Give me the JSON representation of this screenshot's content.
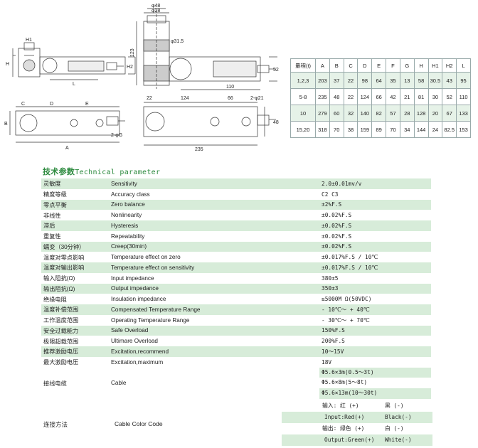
{
  "drawing": {
    "labels": {
      "phi48": "φ48",
      "phi28": "φ28",
      "phi31": "φ31.5",
      "d123": "123",
      "H": "H",
      "H1": "H1",
      "H2": "H2",
      "L": "L",
      "d52": "52",
      "d110": "110",
      "C": "C",
      "D": "D",
      "E": "E",
      "B": "B",
      "A": "A",
      "G": "2-φG",
      "d22": "22",
      "d124": "124",
      "d66": "66",
      "d21": "2-φ21",
      "d48": "48",
      "d235": "235"
    }
  },
  "dim_table": {
    "headers": [
      "量程(t)",
      "A",
      "B",
      "C",
      "D",
      "E",
      "F",
      "G",
      "H",
      "H1",
      "H2",
      "L"
    ],
    "rows": [
      [
        "1,2,3",
        "203",
        "37",
        "22",
        "98",
        "64",
        "35",
        "13",
        "58",
        "30.5",
        "43",
        "95"
      ],
      [
        "5-8",
        "235",
        "48",
        "22",
        "124",
        "66",
        "42",
        "21",
        "81",
        "30",
        "52",
        "110"
      ],
      [
        "10",
        "279",
        "60",
        "32",
        "140",
        "82",
        "57",
        "28",
        "128",
        "20",
        "67",
        "133"
      ],
      [
        "15,20",
        "318",
        "70",
        "38",
        "159",
        "89",
        "70",
        "34",
        "144",
        "24",
        "82.5",
        "153"
      ]
    ]
  },
  "tech": {
    "title_cn": "技术参数",
    "title_en": "Technical parameter",
    "rows": [
      {
        "cn": "灵敏度",
        "en": "Sensitivity",
        "val": "2.0±0.01mv/v"
      },
      {
        "cn": "精度等级",
        "en": "Accuracy class",
        "val": "C2  C3"
      },
      {
        "cn": "零点平衡",
        "en": "Zero balance",
        "val": "±2%F.S"
      },
      {
        "cn": "非线性",
        "en": "Nonlinearity",
        "val": "±0.02%F.S"
      },
      {
        "cn": "滞后",
        "en": "Hysteresis",
        "val": "±0.02%F.S"
      },
      {
        "cn": "重复性",
        "en": "Repeatability",
        "val": "±0.02%F.S"
      },
      {
        "cn": "蠕变（30分钟）",
        "en": "Creep(30min)",
        "val": "±0.02%F.S"
      },
      {
        "cn": "温度对零点影响",
        "en": "Temperature effect on zero",
        "val": "±0.017%F.S / 10℃"
      },
      {
        "cn": "温度对输出影响",
        "en": "Temperature effect on sensitivity",
        "val": "±0.017%F.S / 10℃"
      },
      {
        "cn": "输入阻抗(Ω)",
        "en": "Input impedance",
        "val": "380±5"
      },
      {
        "cn": "输出阻抗(Ω)",
        "en": "Output impedance",
        "val": "350±3"
      },
      {
        "cn": "绝缘电阻",
        "en": "Insulation impedance",
        "val": "≥5000M Ω(50VDC)"
      },
      {
        "cn": "温度补偿范围",
        "en": "Compensated Temperature Range",
        "val": "- 10℃～ + 40℃"
      },
      {
        "cn": "工作温度范围",
        "en": "Operating Temperature Range",
        "val": "- 30℃～ + 70℃"
      },
      {
        "cn": "安全过载能力",
        "en": "Safe Overload",
        "val": "150%F.S"
      },
      {
        "cn": "极限超载范围",
        "en": "Ultimare Overload",
        "val": "200%F.S"
      },
      {
        "cn": "推荐激励电压",
        "en": "Excitation,recommend",
        "val": "10～15V"
      },
      {
        "cn": "最大激励电压",
        "en": "Excitation,maximum",
        "val": "18V"
      }
    ],
    "cable": {
      "cn": "接线电缆",
      "en": "Cable",
      "vals": [
        "Φ5.6×3m(0.5～3t)",
        "Φ5.6×8m(5～8t)",
        "Φ5.6×13m(10～30t)"
      ]
    },
    "color_code": {
      "cn": "连接方法",
      "en": "Cable Color Code",
      "rows": [
        {
          "l": "输入: 红 (+)",
          "r": "黑 (-)"
        },
        {
          "l": "Input:Red(+)",
          "r": "Black(-)"
        },
        {
          "l": "输出: 绿色 (+)",
          "r": "白 (-)"
        },
        {
          "l": "Output:Green(+)",
          "r": "White(-)"
        }
      ]
    }
  }
}
